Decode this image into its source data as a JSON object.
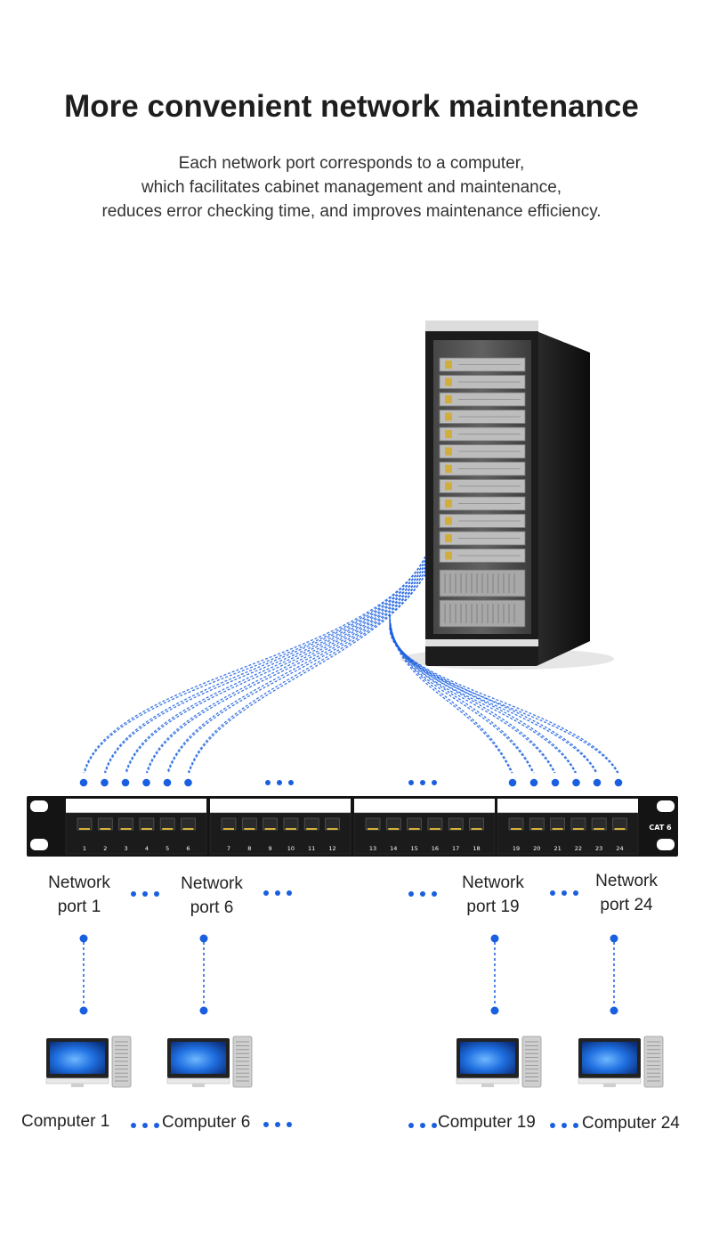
{
  "heading": {
    "title": "More convenient network maintenance",
    "subtitle_lines": [
      "Each network port corresponds to a computer,",
      "which facilitates cabinet management and maintenance,",
      "reduces error checking time, and improves maintenance efficiency."
    ]
  },
  "patch_panel": {
    "badge": "CAT 6",
    "port_numbers": [
      "1",
      "2",
      "3",
      "4",
      "5",
      "6",
      "7",
      "8",
      "9",
      "10",
      "11",
      "12",
      "13",
      "14",
      "15",
      "16",
      "17",
      "18",
      "19",
      "20",
      "21",
      "22",
      "23",
      "24"
    ]
  },
  "port_labels": [
    {
      "line1": "Network",
      "line2": "port 1"
    },
    {
      "line1": "Network",
      "line2": "port 6"
    },
    {
      "line1": "Network",
      "line2": "port 19"
    },
    {
      "line1": "Network",
      "line2": "port 24"
    }
  ],
  "computers": [
    {
      "label": "Computer 1"
    },
    {
      "label": "Computer 6"
    },
    {
      "label": "Computer 19"
    },
    {
      "label": "Computer 24"
    }
  ],
  "colors": {
    "accent_blue": "#1a5fe0",
    "rack_black": "#1c1c1c",
    "panel_black": "#141414"
  }
}
